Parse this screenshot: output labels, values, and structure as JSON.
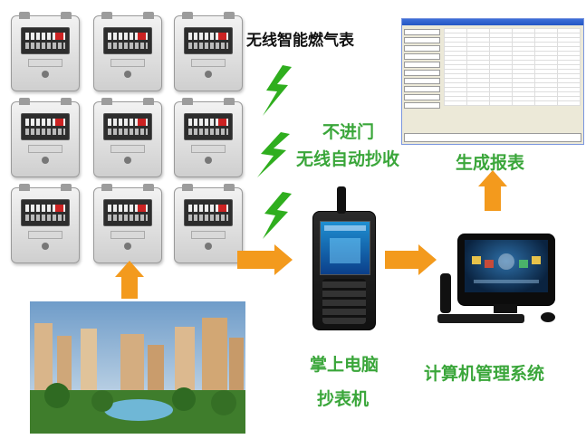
{
  "title_top": "无线智能燃气表",
  "label_wireless": {
    "line1": "不进门",
    "line2": "无线自动抄收"
  },
  "label_report": "生成报表",
  "label_handheld": {
    "line1": "掌上电脑",
    "line2": "抄表机"
  },
  "label_computer": "计算机管理系统",
  "meters": {
    "rows": 3,
    "cols": 3
  },
  "colors": {
    "arrow": "#f39a1d",
    "signal": "#2fae1e",
    "label_text": "#3aa63a"
  },
  "icons": [
    "gas-meter-icon",
    "wireless-signal-icon",
    "handheld-terminal-icon",
    "computer-icon",
    "residential-buildings-photo",
    "report-window-icon"
  ]
}
